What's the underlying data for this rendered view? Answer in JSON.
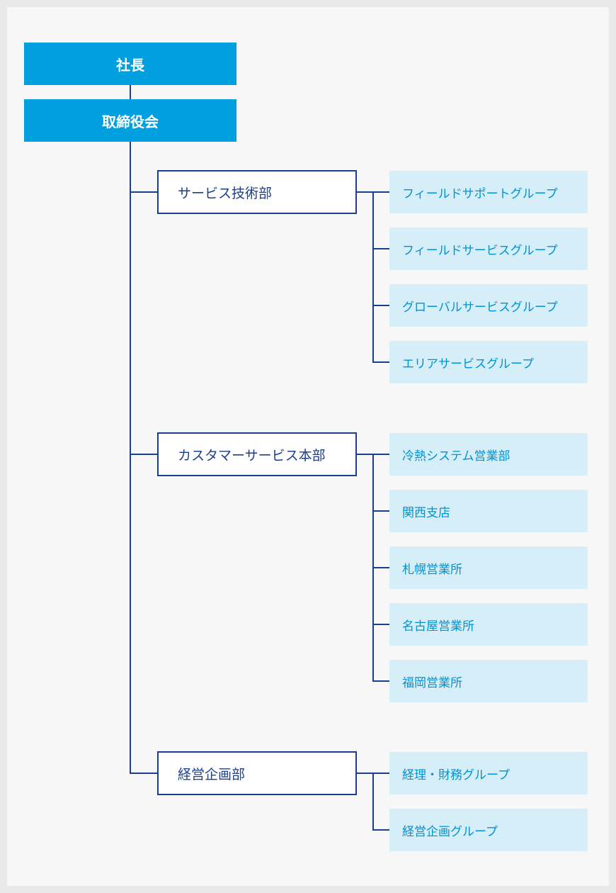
{
  "top_nodes": {
    "president": "社長",
    "board": "取締役会"
  },
  "departments": [
    {
      "name": "サービス技術部",
      "groups": [
        "フィールドサポートグループ",
        "フィールドサービスグループ",
        "グローバルサービスグループ",
        "エリアサービスグループ"
      ]
    },
    {
      "name": "カスタマーサービス本部",
      "groups": [
        "冷熱システム営業部",
        "関西支店",
        "札幌営業所",
        "名古屋営業所",
        "福岡営業所"
      ]
    },
    {
      "name": "経営企画部",
      "groups": [
        "経理・財務グループ",
        "経営企画グループ"
      ]
    }
  ],
  "colors": {
    "top_fill": "#00a0e0",
    "dept_border": "#1a3f8f",
    "group_fill": "#d6eef8",
    "group_text": "#0092d3",
    "line": "#1a3f8f",
    "background": "#f7f7f7"
  }
}
